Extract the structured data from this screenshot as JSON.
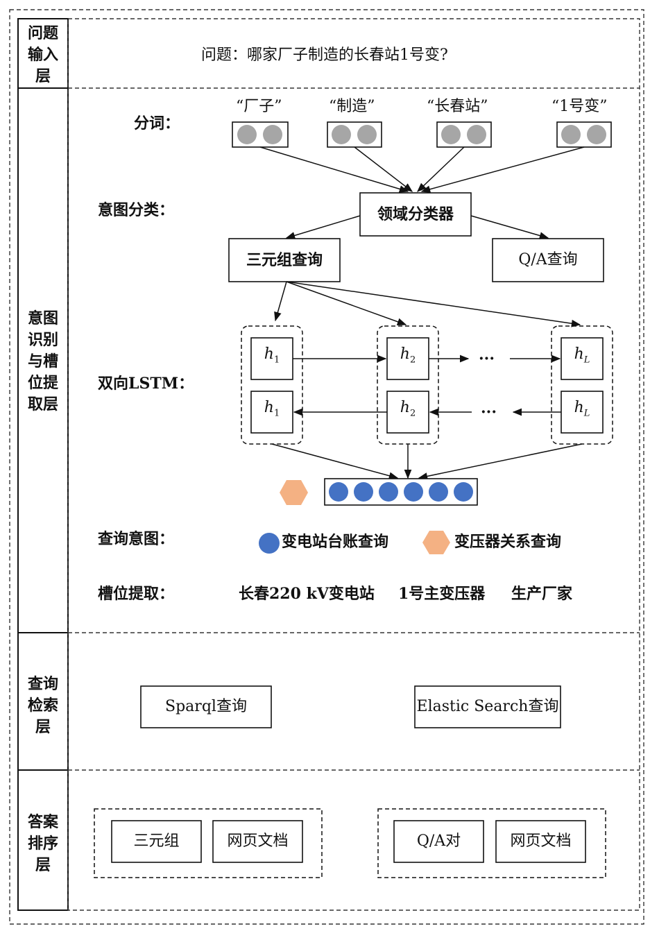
{
  "layers": {
    "input": "问题输入层",
    "intent_slot": "意图识别与槽位提取层",
    "retrieval": "查询检索层",
    "ranking": "答案排序层"
  },
  "question": "问题：哪家厂子制造的长春站1号变?",
  "segmentation": {
    "label": "分词：",
    "tokens": [
      "“厂子”",
      "“制造”",
      "“长春站”",
      "“1号变”"
    ]
  },
  "intent_classification": {
    "label": "意图分类：",
    "classifier": "领域分类器",
    "branches": [
      "三元组查询",
      "Q/A查询"
    ]
  },
  "lstm": {
    "label": "双向LSTM：",
    "cells": [
      {
        "h": "h",
        "sub": "1"
      },
      {
        "h": "h",
        "sub": "2"
      },
      {
        "h": "h",
        "sub": "L"
      }
    ],
    "ellipsis": "···"
  },
  "query_intent": {
    "label": "查询意图：",
    "legend": [
      {
        "shape": "circle",
        "color": "#4472c4",
        "text": "变电站台账查询"
      },
      {
        "shape": "hexagon",
        "color": "#f4b183",
        "text": "变压器关系查询"
      }
    ]
  },
  "slot_extraction": {
    "label": "槽位提取：",
    "values": [
      "长春220 kV变电站",
      "1号主变压器",
      "生产厂家"
    ]
  },
  "retrieval": {
    "sparql": "Sparql查询",
    "es": "Elastic Search查询"
  },
  "ranking": {
    "left": [
      "三元组",
      "网页文档"
    ],
    "right": [
      "Q/A对",
      "网页文档"
    ]
  },
  "colors": {
    "token_dot": "#a6a6a6",
    "output_dot": "#4472c4",
    "hexagon": "#f4b183"
  }
}
